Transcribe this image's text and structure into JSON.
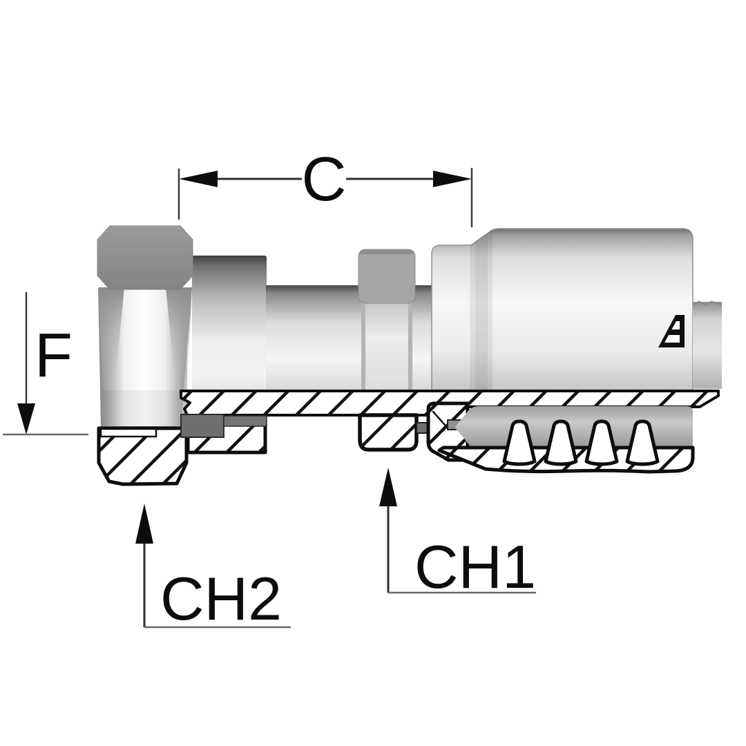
{
  "drawing": {
    "type": "technical-drawing",
    "alt": "Hydraulic crimp hose fitting with female swivel nut, lower half shown in cross-section",
    "labels": {
      "c": "C",
      "f": "F",
      "ch1": "CH1",
      "ch2": "CH2"
    },
    "logo_mark": "manufacturer-triangle-logo",
    "colors": {
      "background": "#ffffff",
      "outline": "#0d0d0d",
      "dim_line": "#3a3a3a",
      "baseline_gray": "#666666",
      "steel_light": "#f6f6f6",
      "steel_mid": "#c9c9c9",
      "steel_dark": "#8f8f8f",
      "hex_cap_gray": "#a6a6a6",
      "spacer_gray": "#6f6f6f",
      "hose_gray": "#b5b5b5"
    }
  }
}
